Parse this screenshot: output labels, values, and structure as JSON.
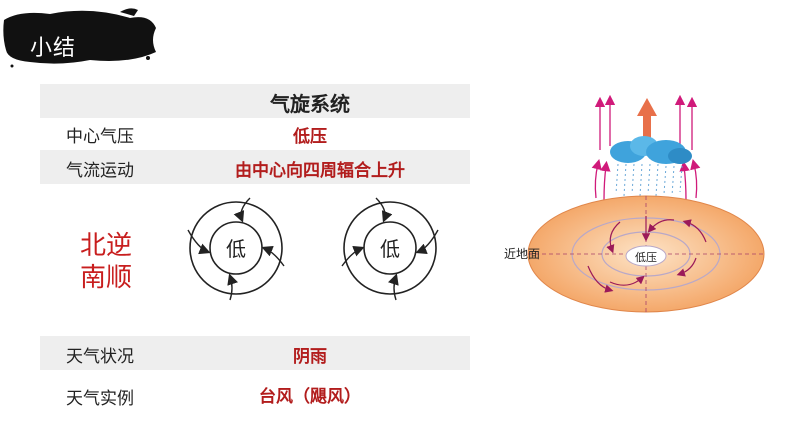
{
  "title": "小结",
  "table": {
    "header": "气旋系统",
    "rows": [
      {
        "label": "中心气压",
        "value": "低压"
      },
      {
        "label": "气流运动",
        "value": "由中心向四周辐合上升"
      },
      {
        "label": "天气状况",
        "value": "阴雨"
      },
      {
        "label": "天气实例",
        "value": "台风（飓风）"
      }
    ]
  },
  "rotation_rule": {
    "line1": "北逆",
    "line2": "南顺"
  },
  "cyclones": [
    {
      "center_label": "低",
      "hemisphere_rotation": "counterclockwise"
    },
    {
      "center_label": "低",
      "hemisphere_rotation": "clockwise"
    }
  ],
  "diagram": {
    "surface_label": "近地面",
    "center_label": "低压"
  },
  "colors": {
    "accent_red": "#b21d1d",
    "arrow_magenta": "#d01a7a",
    "cloud_blue": "#3fa3dc"
  }
}
